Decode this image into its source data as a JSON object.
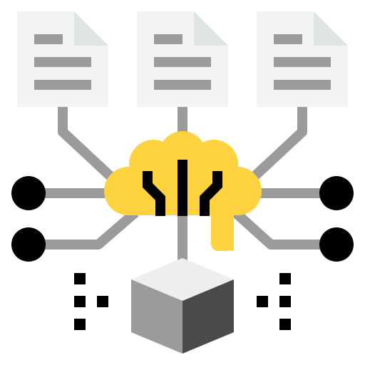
{
  "icon": {
    "name": "ai-brain-data-network-icon",
    "documents": [
      {
        "name": "document-left-icon"
      },
      {
        "name": "document-center-icon"
      },
      {
        "name": "document-right-icon"
      }
    ],
    "nodes": [
      {
        "name": "node-left-top"
      },
      {
        "name": "node-left-bottom"
      },
      {
        "name": "node-right-top"
      },
      {
        "name": "node-right-bottom"
      }
    ],
    "colors": {
      "document_paper": "#f2f3f3",
      "document_fold": "#dfe3e4",
      "document_lines": "#9b9b9b",
      "connector": "#9b9b9b",
      "brain": "#ffd23f",
      "brain_detail": "#000000",
      "node": "#000000",
      "cube_top": "#eeeeef",
      "cube_left": "#9b9b9b",
      "cube_right": "#4a4a4a",
      "pixels": "#000000"
    }
  }
}
